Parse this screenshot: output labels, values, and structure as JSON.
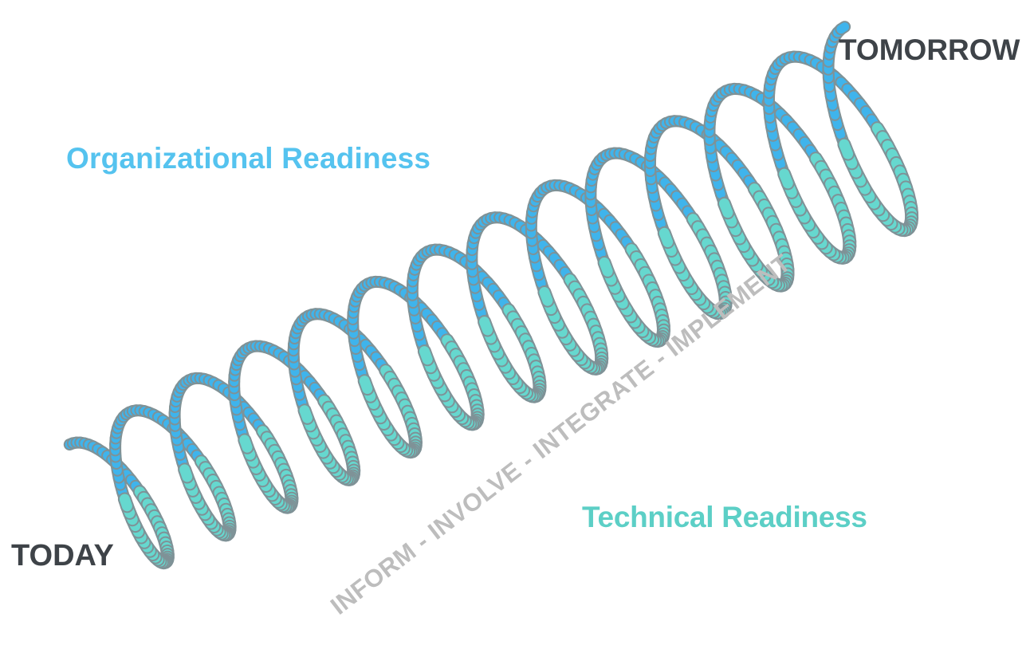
{
  "labels": {
    "top_left": "Organizational Readiness",
    "bottom_right": "Technical Readiness",
    "start": "TODAY",
    "end": "TOMORROW",
    "axis": "INFORM - INVOLVE - INTEGRATE - IMPLEMENT"
  },
  "colors": {
    "organizational": "#55c3ef",
    "technical": "#5ccfc6",
    "milestone_text": "#3e4348",
    "axis_text": "#bdbdbd",
    "ribbon_blue": "#3fb4ec",
    "ribbon_teal": "#66d8cf",
    "ribbon_edge": "#7f9297"
  },
  "spiral": {
    "turns": 13
  }
}
